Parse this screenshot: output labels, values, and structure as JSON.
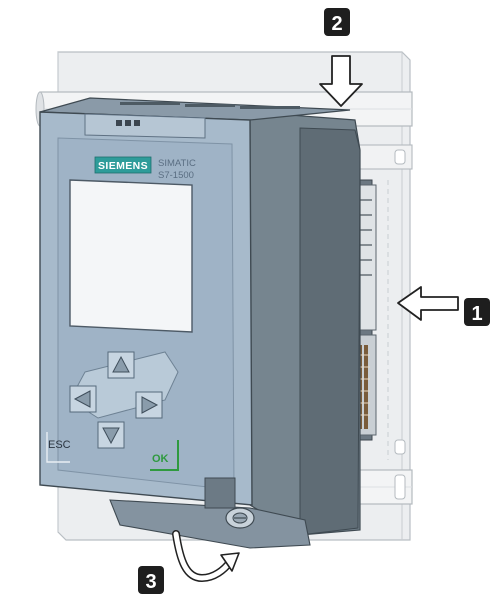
{
  "callouts": [
    {
      "number": "1"
    },
    {
      "number": "2"
    },
    {
      "number": "3"
    }
  ],
  "module": {
    "brand": "SIEMENS",
    "product_line1": "SIMATIC",
    "product_line2": "S7-1500",
    "esc_label": "ESC",
    "ok_label": "OK"
  },
  "colors": {
    "rail": "#e6e8ea",
    "housing_front": "#9fb3c6",
    "housing_side": "#6f7f8d",
    "housing_dark": "#55626d",
    "display": "#f4f6f8",
    "brand_box": "#2e9c9a",
    "ok_green": "#2f9a3f",
    "badge": "#1e1e1e"
  }
}
